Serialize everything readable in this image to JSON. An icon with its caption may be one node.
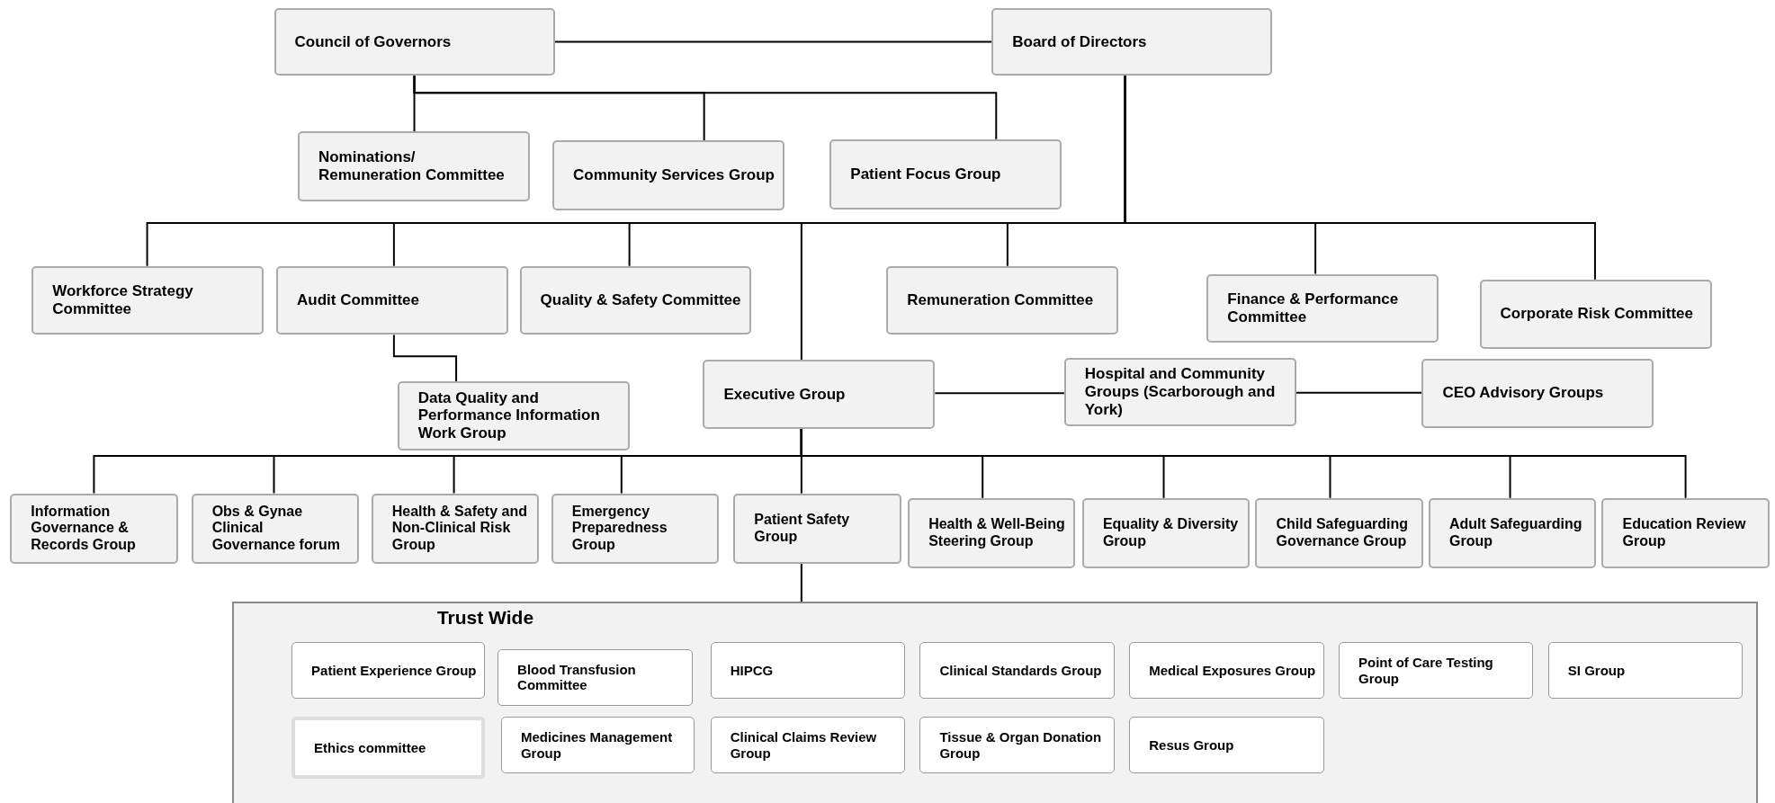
{
  "diagram": {
    "nodes": [
      {
        "text": [
          "Council of Governors"
        ]
      },
      {
        "text": [
          "Board of Directors"
        ]
      },
      {
        "text": [
          "Nominations/ Remuneration Committee"
        ]
      },
      {
        "text": [
          "Community Services Group"
        ]
      },
      {
        "text": [
          "Patient Focus Group"
        ]
      },
      {
        "text": [
          "Workforce Strategy Committee"
        ]
      },
      {
        "text": [
          "Audit Committee"
        ]
      },
      {
        "text": [
          "Quality & Safety Committee"
        ]
      },
      {
        "text": [
          "Remuneration Committee"
        ]
      },
      {
        "text": [
          "Finance & Performance Committee"
        ]
      },
      {
        "text": [
          "Corporate Risk Committee"
        ]
      },
      {
        "text": [
          "Data Quality and Performance Information Work Group"
        ]
      },
      {
        "text": [
          "Executive Group"
        ]
      },
      {
        "text": [
          "Hospital and Community Groups (Scarborough and York)"
        ]
      },
      {
        "text": [
          "CEO Advisory Groups"
        ]
      },
      {
        "text": [
          "Information Governance & Records Group"
        ]
      },
      {
        "text": [
          "Obs & Gynae Clinical Governance forum"
        ]
      },
      {
        "text": [
          "Health & Safety and Non-Clinical Risk Group"
        ]
      },
      {
        "text": [
          "Emergency Preparedness Group"
        ]
      },
      {
        "text": [
          "Patient Safety Group"
        ]
      },
      {
        "text": [
          "Health & Well-Being Steering Group"
        ]
      },
      {
        "text": [
          "Equality & Diversity Group"
        ]
      },
      {
        "text": [
          "Child Safeguarding Governance Group"
        ]
      },
      {
        "text": [
          "Adult Safeguarding Group"
        ]
      },
      {
        "text": [
          "Education Review Group"
        ]
      },
      {
        "text": [
          "Trust Wide"
        ]
      },
      {
        "text": [
          "Patient Experience Group"
        ],
        "in": 25
      },
      {
        "text": [
          "Blood Transfusion Committee"
        ],
        "in": 25
      },
      {
        "text": [
          "HIPCG"
        ],
        "in": 25
      },
      {
        "text": [
          "Clinical Standards Group"
        ],
        "in": 25
      },
      {
        "text": [
          "Medical Exposures Group"
        ],
        "in": 25
      },
      {
        "text": [
          "Point of Care Testing Group"
        ],
        "in": 25
      },
      {
        "text": [
          "SI Group"
        ],
        "in": 25
      },
      {
        "text": [
          "Ethics committee"
        ],
        "in": 25
      },
      {
        "text": [
          "Medicines Management Group"
        ],
        "in": 25
      },
      {
        "text": [
          "Clinical Claims Review Group"
        ],
        "in": 25
      },
      {
        "text": [
          "Tissue & Organ Donation Group"
        ],
        "in": 25
      },
      {
        "text": [
          "Resus Group"
        ],
        "in": 25
      }
    ],
    "edges": [
      {
        "from": 0,
        "to": 1,
        "arrow": "none"
      },
      {
        "from": 0,
        "to": 2,
        "arrow": "none"
      },
      {
        "from": 0,
        "to": 3,
        "arrow": "none"
      },
      {
        "from": 0,
        "to": 4,
        "arrow": "none"
      },
      {
        "from": 1,
        "to": 5,
        "arrow": "none"
      },
      {
        "from": 1,
        "to": 6,
        "arrow": "none"
      },
      {
        "from": 1,
        "to": 7,
        "arrow": "none"
      },
      {
        "from": 1,
        "to": 12,
        "arrow": "none"
      },
      {
        "from": 1,
        "to": 8,
        "arrow": "none"
      },
      {
        "from": 1,
        "to": 9,
        "arrow": "none"
      },
      {
        "from": 1,
        "to": 10,
        "arrow": "none"
      },
      {
        "from": 6,
        "to": 11,
        "arrow": "none"
      },
      {
        "from": 12,
        "to": 13,
        "arrow": "none"
      },
      {
        "from": 13,
        "to": 14,
        "arrow": "none"
      },
      {
        "from": 12,
        "to": 15,
        "arrow": "none"
      },
      {
        "from": 12,
        "to": 16,
        "arrow": "none"
      },
      {
        "from": 12,
        "to": 17,
        "arrow": "none"
      },
      {
        "from": 12,
        "to": 18,
        "arrow": "none"
      },
      {
        "from": 12,
        "to": 19,
        "arrow": "none"
      },
      {
        "from": 12,
        "to": 20,
        "arrow": "none"
      },
      {
        "from": 12,
        "to": 21,
        "arrow": "none"
      },
      {
        "from": 12,
        "to": 22,
        "arrow": "none"
      },
      {
        "from": 12,
        "to": 23,
        "arrow": "none"
      },
      {
        "from": 12,
        "to": 24,
        "arrow": "none"
      },
      {
        "from": 19,
        "to": 25,
        "arrow": "none"
      }
    ]
  }
}
